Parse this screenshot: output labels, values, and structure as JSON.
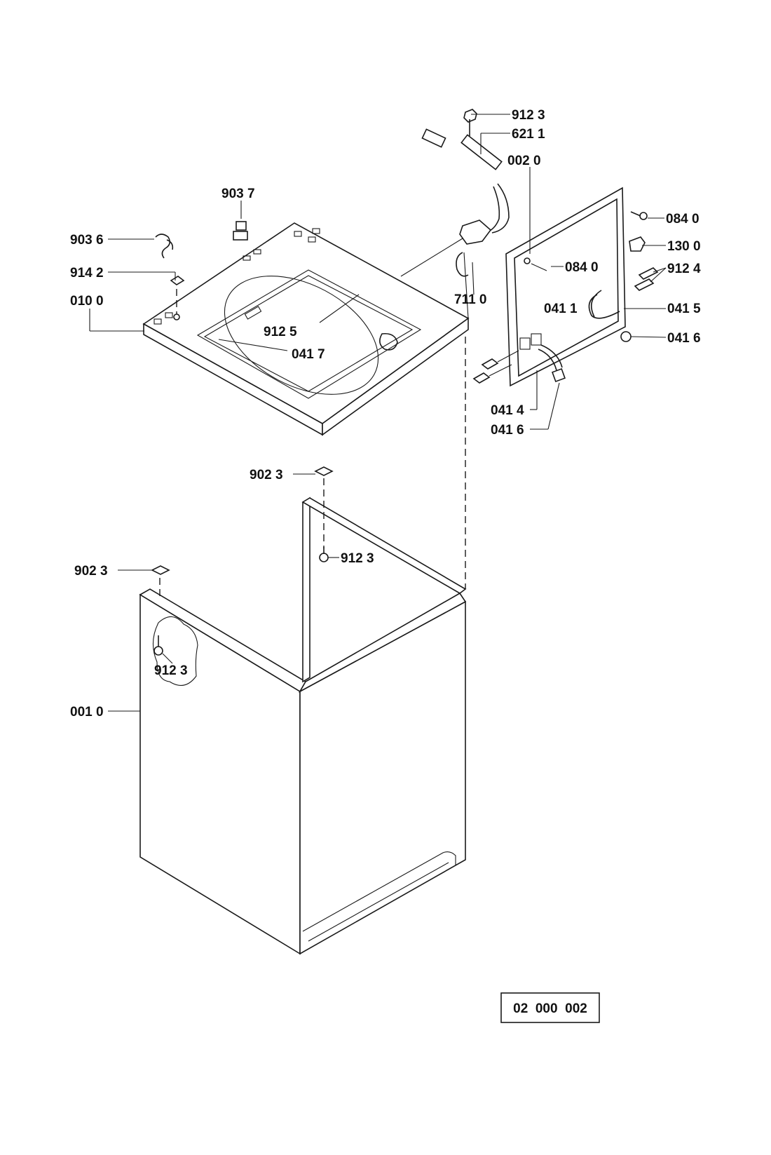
{
  "labels": {
    "l9123_top": "912 3",
    "l6211": "621 1",
    "l0020": "002 0",
    "l9037": "903 7",
    "l9036": "903 6",
    "l9142": "914 2",
    "l0100": "010 0",
    "l0840_a": "084 0",
    "l1300": "130 0",
    "l0840_b": "084 0",
    "l9124": "912 4",
    "l7110": "711 0",
    "l0411": "041 1",
    "l0415": "041 5",
    "l9125": "912 5",
    "l0417": "041 7",
    "l0416_a": "041 6",
    "l0414": "041 4",
    "l0416_b": "041 6",
    "l9023_a": "902 3",
    "l9123_mid": "912 3",
    "l9023_b": "902 3",
    "l9123_low": "912 3",
    "l0010": "001 0"
  },
  "drawing_code": "02  000  002"
}
